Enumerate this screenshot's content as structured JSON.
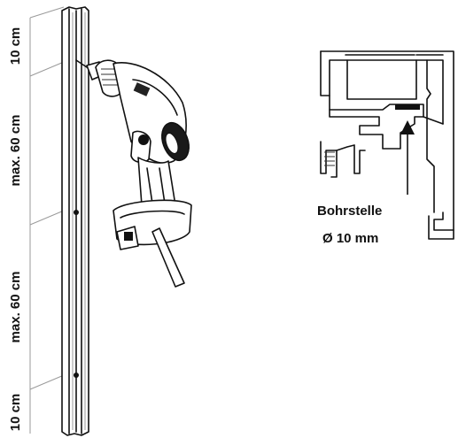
{
  "dimensions": {
    "top": "10 cm",
    "upper_span": "max. 60 cm",
    "lower_span": "max. 60 cm",
    "bottom": "10 cm"
  },
  "callout": {
    "label": "Bohrstelle",
    "diameter": "Ø 10 mm"
  },
  "icons": {
    "drill": "cordless-drill-icon",
    "rail": "aluminum-rail-profile",
    "section": "frame-cross-section"
  }
}
